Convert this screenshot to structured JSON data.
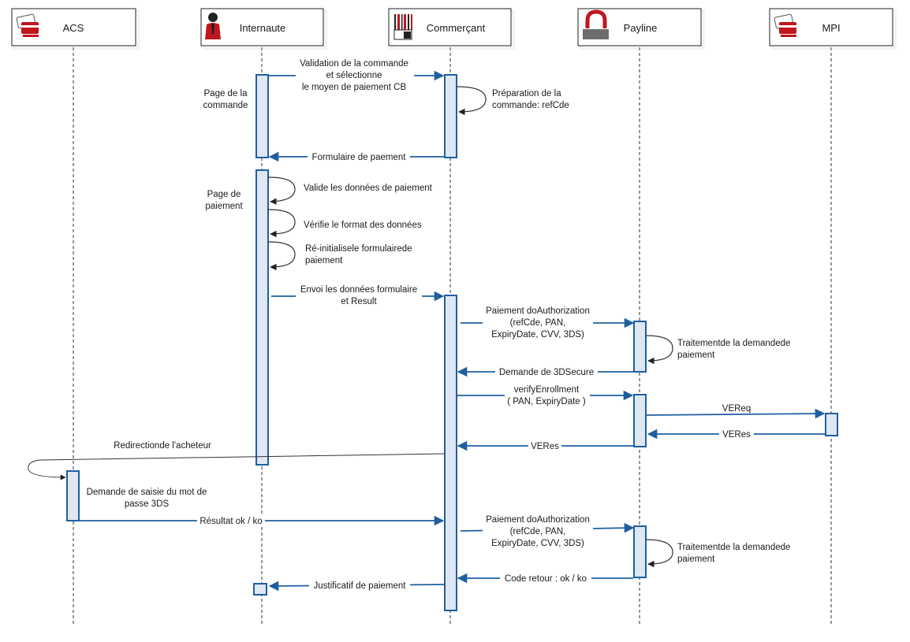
{
  "actors": {
    "acs": "ACS",
    "internaute": "Internaute",
    "commercant": "Commerçant",
    "payline": "Payline",
    "mpi": "MPI"
  },
  "messages": {
    "m1": [
      "Validation de la commande",
      "et sélectionne",
      "le moyen de paiement CB"
    ],
    "m2": [
      "Formulaire de paement"
    ],
    "m3": [
      "Envoi les données formulaire",
      "et Result"
    ],
    "m4": [
      "Paiement doAuthorization",
      "(refCde, PAN,",
      "ExpiryDate, CVV, 3DS)"
    ],
    "m5": [
      "Demande de 3DSecure"
    ],
    "m6": [
      "verifyEnrollment",
      "( PAN, ExpiryDate )"
    ],
    "m7": [
      "VEReq"
    ],
    "m8": [
      "VERes"
    ],
    "m9": [
      "VERes"
    ],
    "m10": [
      "Redirectionde l'acheteur"
    ],
    "m11": [
      "Résultat ok / ko"
    ],
    "m12": [
      "Paiement doAuthorization",
      "(refCde, PAN,",
      "ExpiryDate, CVV, 3DS)"
    ],
    "m13": [
      "Code retour : ok / ko"
    ],
    "m14": [
      "Justificatif de paiement"
    ]
  },
  "self_calls": {
    "s1": [
      "Préparation de la",
      "commande: refCde"
    ],
    "s2": [
      "Valide les données de paiement"
    ],
    "s3": [
      "Vérifie le format des données"
    ],
    "s4": [
      "Ré-initialisele formulairede",
      "paiement"
    ],
    "s5": [
      "Traitementde la demandede",
      "paiement"
    ],
    "s6": [
      "Traitementde la demandede",
      "paiement"
    ]
  },
  "notes": {
    "n1": [
      "Page de la",
      "commande"
    ],
    "n2": [
      "Page de",
      "paiement"
    ],
    "n3": [
      "Demande de saisie du mot de",
      "passe 3DS"
    ]
  },
  "colors": {
    "arrow": "#1f5fa0",
    "activation_fill": "#dfe7f2",
    "icon_red": "#c0161e"
  }
}
